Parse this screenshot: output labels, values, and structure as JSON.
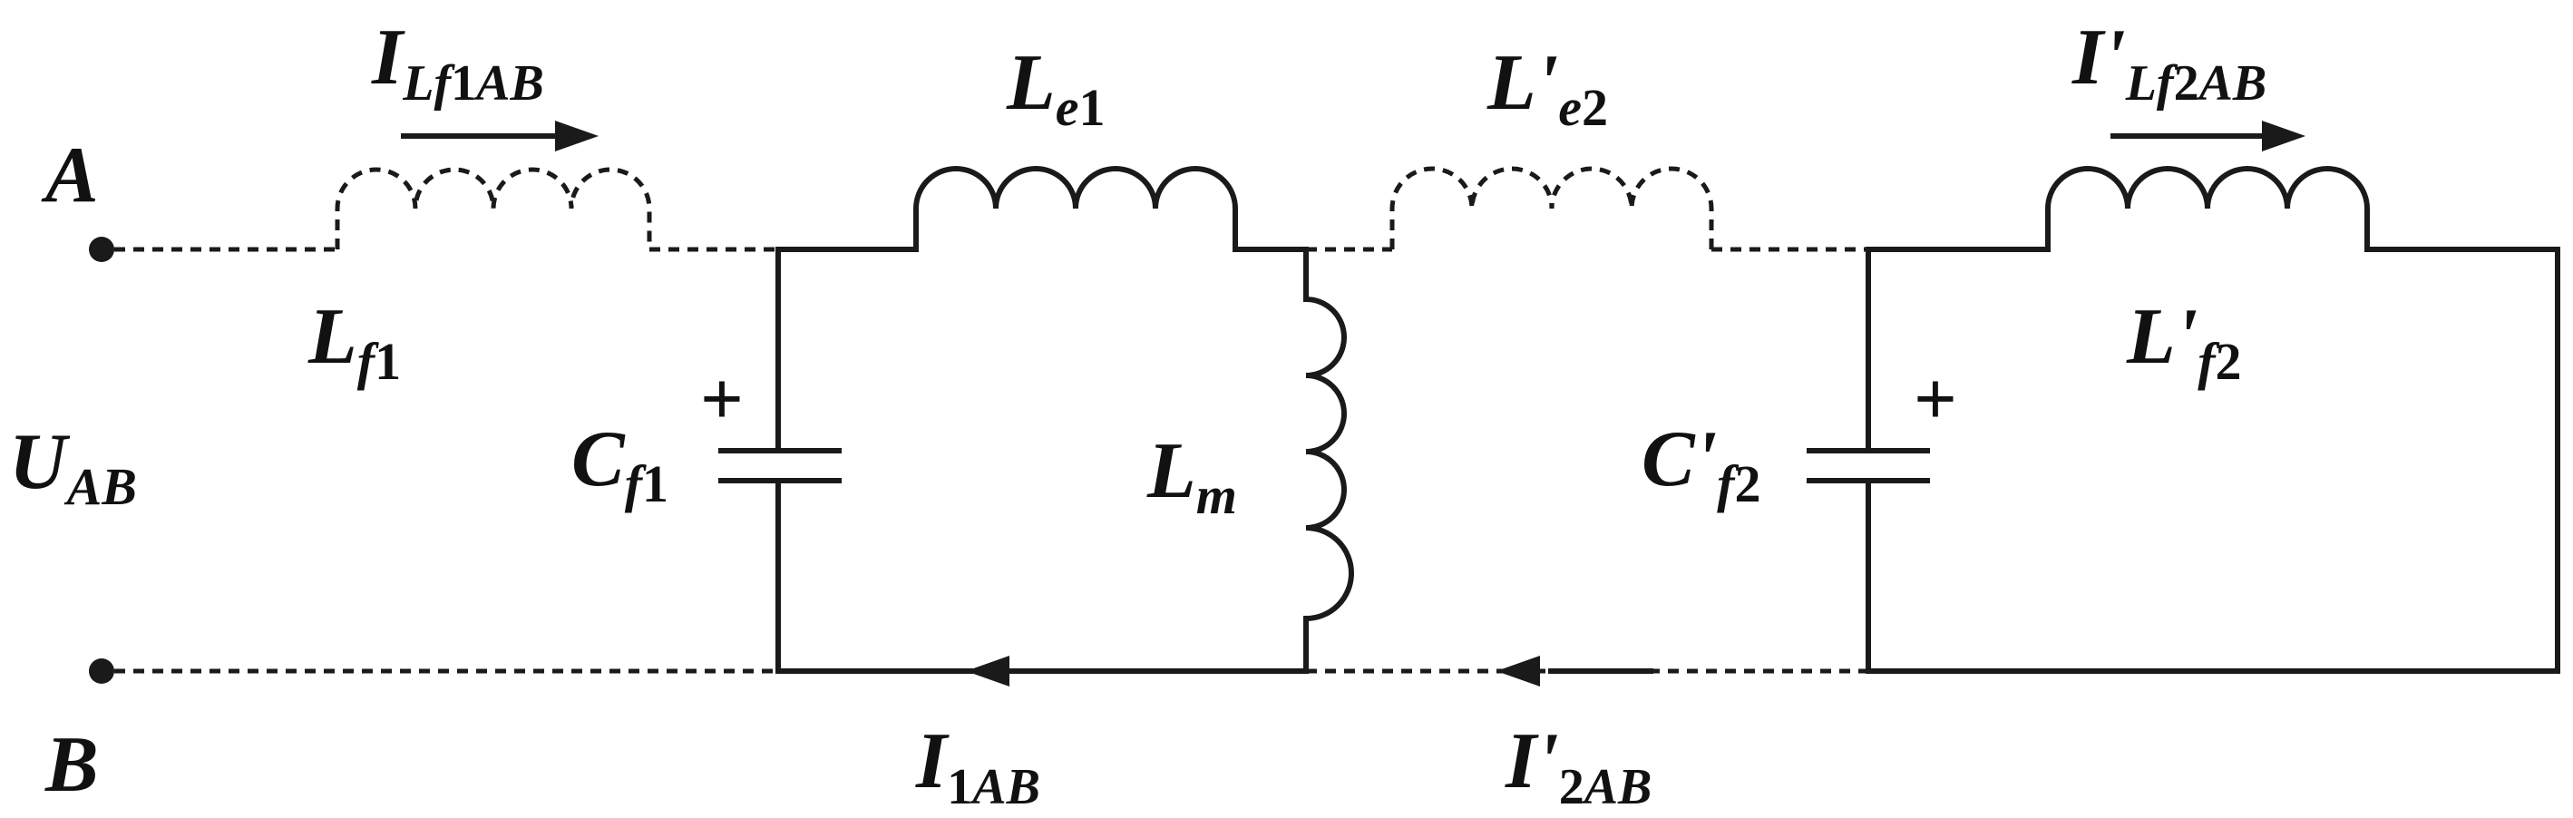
{
  "colors": {
    "line": "#1a1a1a",
    "background": "#ffffff"
  },
  "nodes": {
    "a": "A",
    "b": "B"
  },
  "voltage": {
    "main": "U",
    "sub": "AB"
  },
  "currents": {
    "i_lf1": {
      "main": "I",
      "sub1": "Lf",
      "sub2": "1",
      "sub3": "AB"
    },
    "i_lf2": {
      "main": "I'",
      "sub1": "Lf",
      "sub2": "2",
      "sub3": "AB"
    },
    "i_1": {
      "main": "I",
      "sub1": "1",
      "sub2": "AB"
    },
    "i_2": {
      "main": "I'",
      "sub1": "2",
      "sub2": "AB"
    }
  },
  "components": {
    "lf1": {
      "main": "L",
      "sub1": "f",
      "sub2": "1"
    },
    "le1": {
      "main": "L",
      "sub1": "e",
      "sub2": "1"
    },
    "le2": {
      "main": "L'",
      "sub1": "e",
      "sub2": "2"
    },
    "lf2": {
      "main": "L'",
      "sub1": "f",
      "sub2": "2"
    },
    "cf1": {
      "main": "C",
      "sub1": "f",
      "sub2": "1"
    },
    "cf2": {
      "main": "C'",
      "sub1": "f",
      "sub2": "2"
    },
    "lm": {
      "main": "L",
      "sub1": "m"
    }
  },
  "polarity": {
    "plus": "+"
  }
}
